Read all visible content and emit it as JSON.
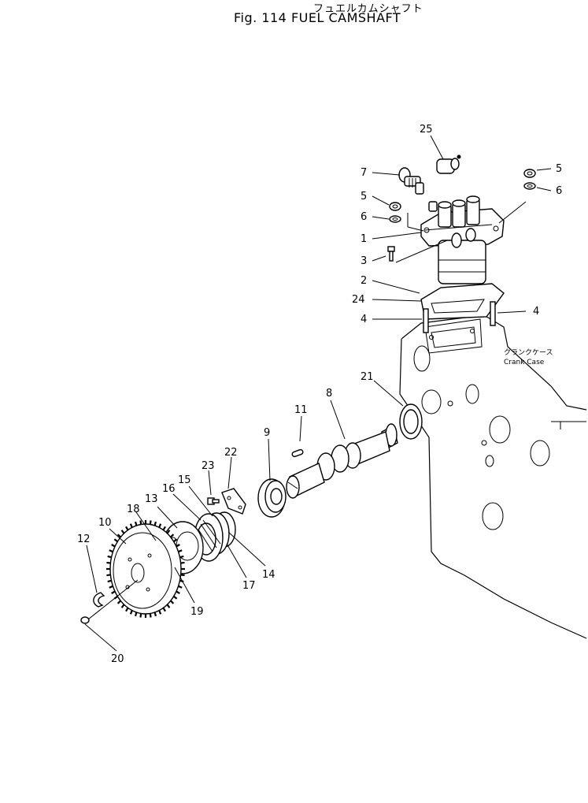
{
  "header": {
    "title_jp": "フュエルカムシャフト",
    "title_en": "Fig. 114  FUEL  CAMSHAFT"
  },
  "labels": {
    "crank_case_jp": "クランクケース",
    "crank_case_en": "Crank Case"
  },
  "callouts": [
    {
      "id": "c25",
      "text": "25"
    },
    {
      "id": "c7",
      "text": "7"
    },
    {
      "id": "c5a",
      "text": "5"
    },
    {
      "id": "c6a",
      "text": "6"
    },
    {
      "id": "c1",
      "text": "1"
    },
    {
      "id": "c3",
      "text": "3"
    },
    {
      "id": "c2",
      "text": "2"
    },
    {
      "id": "c24",
      "text": "24"
    },
    {
      "id": "c4a",
      "text": "4"
    },
    {
      "id": "c5b",
      "text": "5"
    },
    {
      "id": "c6b",
      "text": "6"
    },
    {
      "id": "c4b",
      "text": "4"
    },
    {
      "id": "c21",
      "text": "21"
    },
    {
      "id": "c8",
      "text": "8"
    },
    {
      "id": "c11",
      "text": "11"
    },
    {
      "id": "c9",
      "text": "9"
    },
    {
      "id": "c22",
      "text": "22"
    },
    {
      "id": "c23",
      "text": "23"
    },
    {
      "id": "c15",
      "text": "15"
    },
    {
      "id": "c16",
      "text": "16"
    },
    {
      "id": "c13",
      "text": "13"
    },
    {
      "id": "c18",
      "text": "18"
    },
    {
      "id": "c10",
      "text": "10"
    },
    {
      "id": "c12",
      "text": "12"
    },
    {
      "id": "c14",
      "text": "14"
    },
    {
      "id": "c17",
      "text": "17"
    },
    {
      "id": "c19",
      "text": "19"
    },
    {
      "id": "c20",
      "text": "20"
    }
  ]
}
